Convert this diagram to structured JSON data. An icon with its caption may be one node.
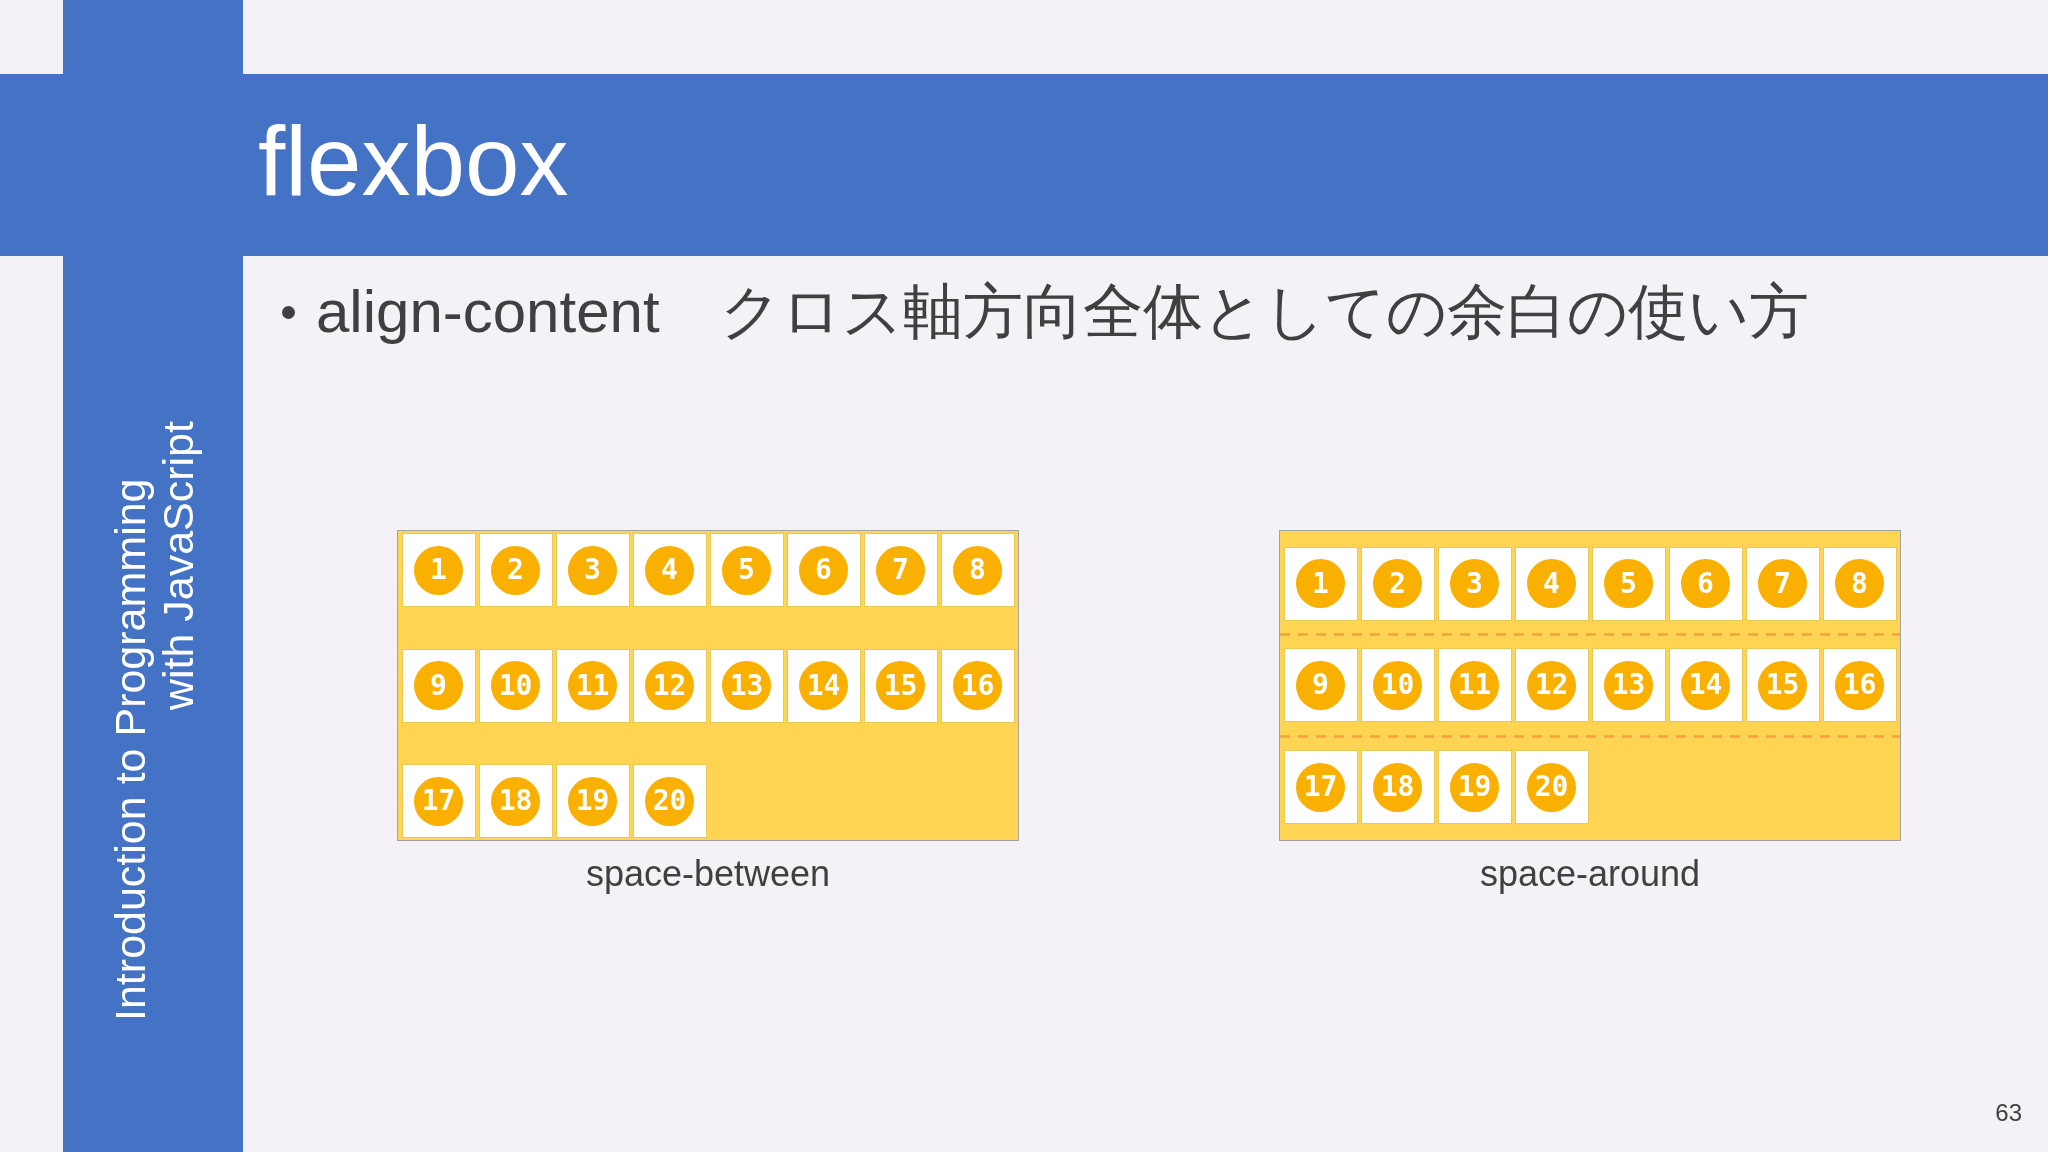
{
  "diagram": {
    "title": "flexbox",
    "nodes": [
      {
        "text": [
          "space-between"
        ]
      },
      {
        "text": [
          "1"
        ],
        "in": 0
      },
      {
        "text": [
          "2"
        ],
        "in": 0
      },
      {
        "text": [
          "3"
        ],
        "in": 0
      },
      {
        "text": [
          "4"
        ],
        "in": 0
      },
      {
        "text": [
          "5"
        ],
        "in": 0
      },
      {
        "text": [
          "6"
        ],
        "in": 0
      },
      {
        "text": [
          "7"
        ],
        "in": 0
      },
      {
        "text": [
          "8"
        ],
        "in": 0
      },
      {
        "text": [
          "9"
        ],
        "in": 0
      },
      {
        "text": [
          "10"
        ],
        "in": 0
      },
      {
        "text": [
          "11"
        ],
        "in": 0
      },
      {
        "text": [
          "12"
        ],
        "in": 0
      },
      {
        "text": [
          "13"
        ],
        "in": 0
      },
      {
        "text": [
          "14"
        ],
        "in": 0
      },
      {
        "text": [
          "15"
        ],
        "in": 0
      },
      {
        "text": [
          "16"
        ],
        "in": 0
      },
      {
        "text": [
          "17"
        ],
        "in": 0
      },
      {
        "text": [
          "18"
        ],
        "in": 0
      },
      {
        "text": [
          "19"
        ],
        "in": 0
      },
      {
        "text": [
          "20"
        ],
        "in": 0
      },
      {
        "text": [
          "space-around"
        ]
      },
      {
        "text": [
          "1"
        ],
        "in": 21
      },
      {
        "text": [
          "2"
        ],
        "in": 21
      },
      {
        "text": [
          "3"
        ],
        "in": 21
      },
      {
        "text": [
          "4"
        ],
        "in": 21
      },
      {
        "text": [
          "5"
        ],
        "in": 21
      },
      {
        "text": [
          "6"
        ],
        "in": 21
      },
      {
        "text": [
          "7"
        ],
        "in": 21
      },
      {
        "text": [
          "8"
        ],
        "in": 21
      },
      {
        "text": [
          "9"
        ],
        "in": 21
      },
      {
        "text": [
          "10"
        ],
        "in": 21
      },
      {
        "text": [
          "11"
        ],
        "in": 21
      },
      {
        "text": [
          "12"
        ],
        "in": 21
      },
      {
        "text": [
          "13"
        ],
        "in": 21
      },
      {
        "text": [
          "14"
        ],
        "in": 21
      },
      {
        "text": [
          "15"
        ],
        "in": 21
      },
      {
        "text": [
          "16"
        ],
        "in": 21
      },
      {
        "text": [
          "17"
        ],
        "in": 21
      },
      {
        "text": [
          "18"
        ],
        "in": 21
      },
      {
        "text": [
          "19"
        ],
        "in": 21
      },
      {
        "text": [
          "20"
        ],
        "in": 21
      }
    ],
    "labels": [
      "Introduction to Programming with JavaScript",
      "align-content　クロス軸方向全体としての余白の使い方",
      "63"
    ]
  }
}
